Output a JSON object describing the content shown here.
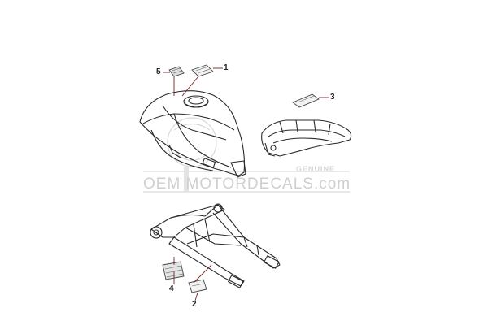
{
  "callouts": {
    "c1": "1",
    "c2": "2",
    "c3": "3",
    "c4": "4",
    "c5": "5"
  },
  "watermark": {
    "text": "OEM MOTORDECALS.com",
    "badge": "GENUINE"
  },
  "colors": {
    "line": "#2a2a2a",
    "leader": "#7a1e1e",
    "watermark": "#cfcfcf"
  }
}
